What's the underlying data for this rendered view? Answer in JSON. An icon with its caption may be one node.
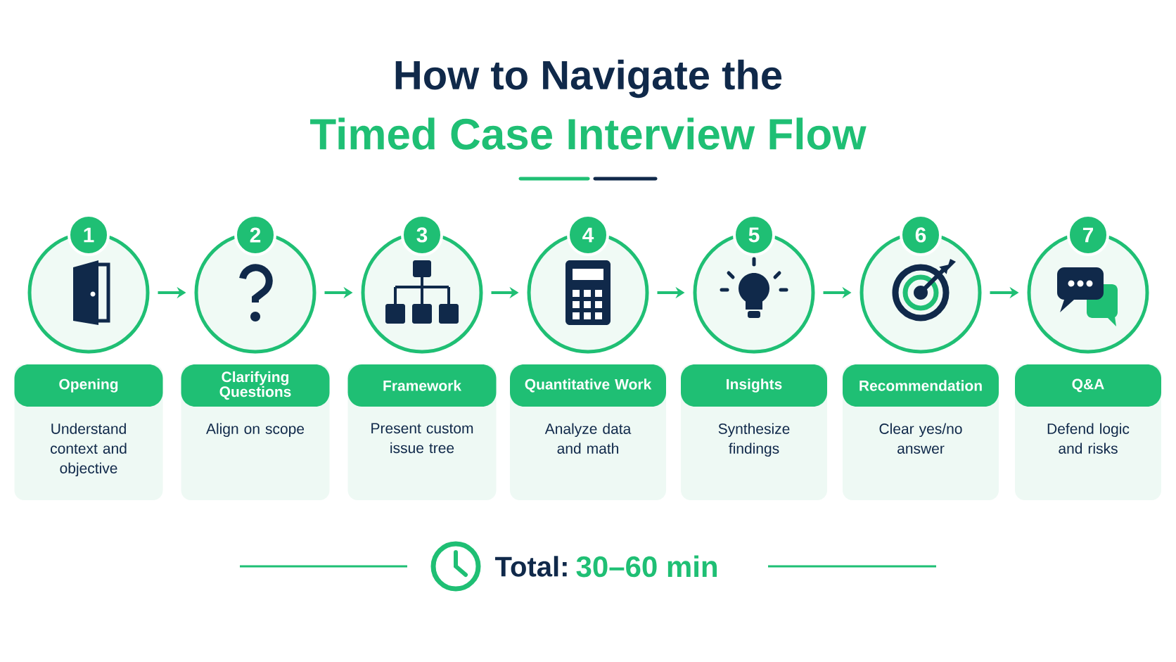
{
  "diagram": {
    "title": "How to Navigate the",
    "nodes": [
      {
        "text": [
          "1"
        ]
      },
      {
        "text": [
          "2"
        ]
      },
      {
        "text": [
          "3"
        ]
      },
      {
        "text": [
          "4"
        ]
      },
      {
        "text": [
          "5"
        ]
      },
      {
        "text": [
          "6"
        ]
      },
      {
        "text": [
          "7"
        ]
      },
      {
        "text": [
          "Opening",
          "Understand context and objective"
        ]
      },
      {
        "text": [
          "Clarifying Questions",
          "Align on scope"
        ]
      },
      {
        "text": [
          "Framework",
          "Present custom issue tree"
        ]
      },
      {
        "text": [
          "Quantitative Work",
          "Analyze data and math"
        ]
      },
      {
        "text": [
          "Insights",
          "Synthesize findings"
        ]
      },
      {
        "text": [
          "Recommendation",
          "Clear yes/no answer"
        ]
      },
      {
        "text": [
          "Q&A",
          "Defend logic and risks"
        ]
      }
    ],
    "edges": [
      {
        "from": 0,
        "to": 1,
        "arrow": "to"
      },
      {
        "from": 1,
        "to": 2,
        "arrow": "to"
      },
      {
        "from": 2,
        "to": 3,
        "arrow": "to"
      },
      {
        "from": 3,
        "to": 4,
        "arrow": "to"
      },
      {
        "from": 4,
        "to": 5,
        "arrow": "to"
      },
      {
        "from": 5,
        "to": 6,
        "arrow": "to"
      }
    ],
    "labels": [
      "Timed Case Interview Flow",
      "Total:",
      "30–60 min"
    ]
  }
}
